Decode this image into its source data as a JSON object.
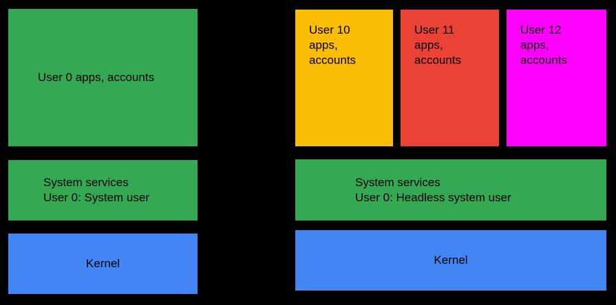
{
  "background": "#000000",
  "text_color": "#000000",
  "left_panel": {
    "apps_box": {
      "label": "User 0 apps, accounts",
      "color": "#34A853"
    },
    "services_box": {
      "label": "System services\nUser 0: System user",
      "color": "#34A853"
    },
    "kernel_box": {
      "label": "Kernel",
      "color": "#4285F4"
    }
  },
  "right_panel": {
    "user_boxes": [
      {
        "label": "User 10\napps,\naccounts",
        "color": "#FBBC04"
      },
      {
        "label": "User 11\napps,\naccounts",
        "color": "#EA4335"
      },
      {
        "label": "User 12\napps,\naccounts",
        "color": "#FF00FF"
      }
    ],
    "services_box": {
      "label": "System services\nUser 0: Headless system user",
      "color": "#34A853"
    },
    "kernel_box": {
      "label": "Kernel",
      "color": "#4285F4"
    }
  }
}
